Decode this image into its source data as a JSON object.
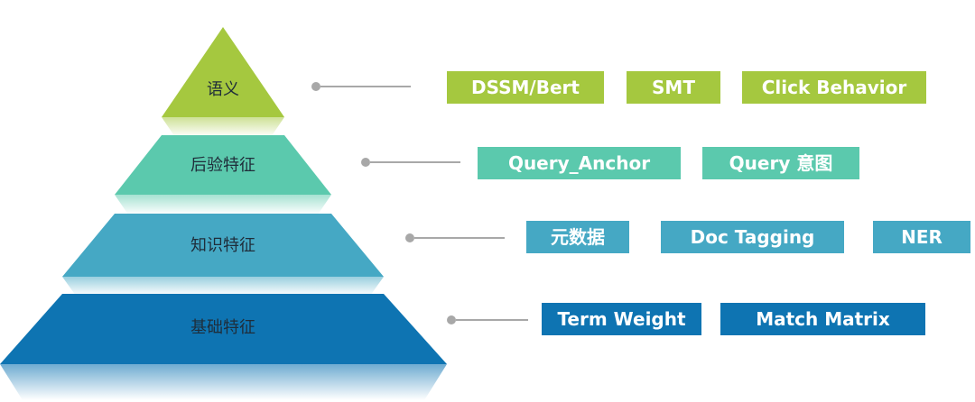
{
  "colors": {
    "semantic": "#a5c83f",
    "posterior": "#5bc9ad",
    "knowledge": "#45a8c4",
    "basic": "#0e74b2",
    "connector": "#a8a8a8"
  },
  "tiers": [
    {
      "label": "语义",
      "color_key": "semantic",
      "tags": [
        "DSSM/Bert",
        "SMT",
        "Click Behavior"
      ]
    },
    {
      "label": "后验特征",
      "color_key": "posterior",
      "tags": [
        "Query_Anchor",
        "Query 意图"
      ]
    },
    {
      "label": "知识特征",
      "color_key": "knowledge",
      "tags": [
        "元数据",
        "Doc Tagging",
        "NER"
      ]
    },
    {
      "label": "基础特征",
      "color_key": "basic",
      "tags": [
        "Term Weight",
        "Match Matrix"
      ]
    }
  ]
}
